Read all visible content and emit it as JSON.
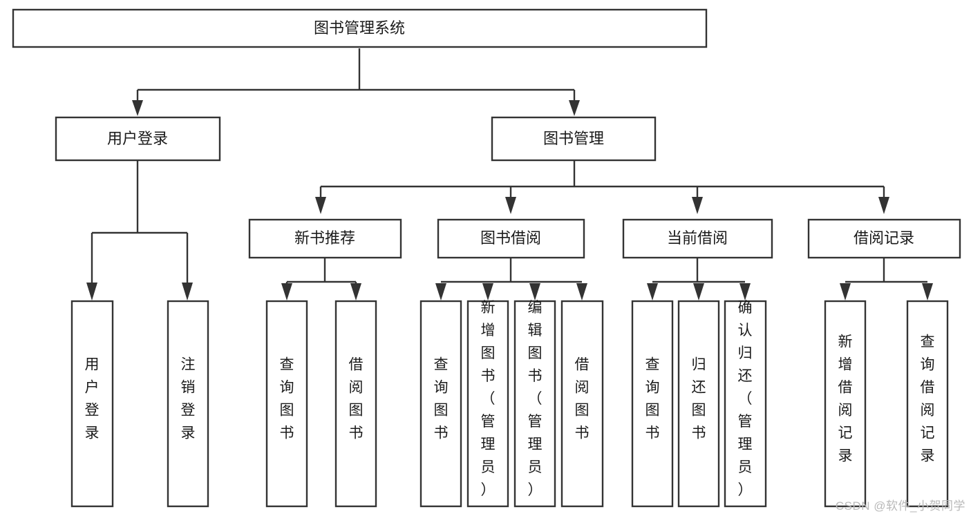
{
  "diagram": {
    "title": "图书管理系统",
    "type": "tree",
    "watermark": "CSDN @软件_小贺同学",
    "colors": {
      "background": "#ffffff",
      "stroke": "#333333",
      "node_fill": "#ffffff",
      "text": "#1a1a1a",
      "watermark": "#b9b9b9"
    },
    "nodes": {
      "root": {
        "label": "图书管理系统",
        "orientation": "horizontal"
      },
      "level2": [
        {
          "id": "user-login",
          "label": "用户登录",
          "orientation": "horizontal"
        },
        {
          "id": "book-manage",
          "label": "图书管理",
          "orientation": "horizontal"
        }
      ],
      "level3": [
        {
          "id": "new-book-recommend",
          "label": "新书推荐",
          "orientation": "horizontal"
        },
        {
          "id": "book-borrow",
          "label": "图书借阅",
          "orientation": "horizontal"
        },
        {
          "id": "current-borrow",
          "label": "当前借阅",
          "orientation": "horizontal"
        },
        {
          "id": "borrow-record",
          "label": "借阅记录",
          "orientation": "horizontal"
        }
      ],
      "leaves": {
        "user-login": [
          {
            "id": "leaf-user-login",
            "label": "用户登录",
            "orientation": "vertical"
          },
          {
            "id": "leaf-user-logout",
            "label": "注销登录",
            "orientation": "vertical"
          }
        ],
        "new-book-recommend": [
          {
            "id": "leaf-query-book-1",
            "label": "查询图书",
            "orientation": "vertical"
          },
          {
            "id": "leaf-borrow-book-1",
            "label": "借阅图书",
            "orientation": "vertical"
          }
        ],
        "book-borrow": [
          {
            "id": "leaf-query-book-2",
            "label": "查询图书",
            "orientation": "vertical"
          },
          {
            "id": "leaf-add-book",
            "label": "新增图书（管理员）",
            "orientation": "vertical"
          },
          {
            "id": "leaf-edit-book",
            "label": "编辑图书（管理员）",
            "orientation": "vertical"
          },
          {
            "id": "leaf-borrow-book-2",
            "label": "借阅图书",
            "orientation": "vertical"
          }
        ],
        "current-borrow": [
          {
            "id": "leaf-query-book-3",
            "label": "查询图书",
            "orientation": "vertical"
          },
          {
            "id": "leaf-return-book",
            "label": "归还图书",
            "orientation": "vertical"
          },
          {
            "id": "leaf-confirm-return",
            "label": "确认归还（管理员）",
            "orientation": "vertical"
          }
        ],
        "borrow-record": [
          {
            "id": "leaf-add-record",
            "label": "新增借阅记录",
            "orientation": "vertical"
          },
          {
            "id": "leaf-query-record",
            "label": "查询借阅记录",
            "orientation": "vertical"
          }
        ]
      }
    }
  }
}
